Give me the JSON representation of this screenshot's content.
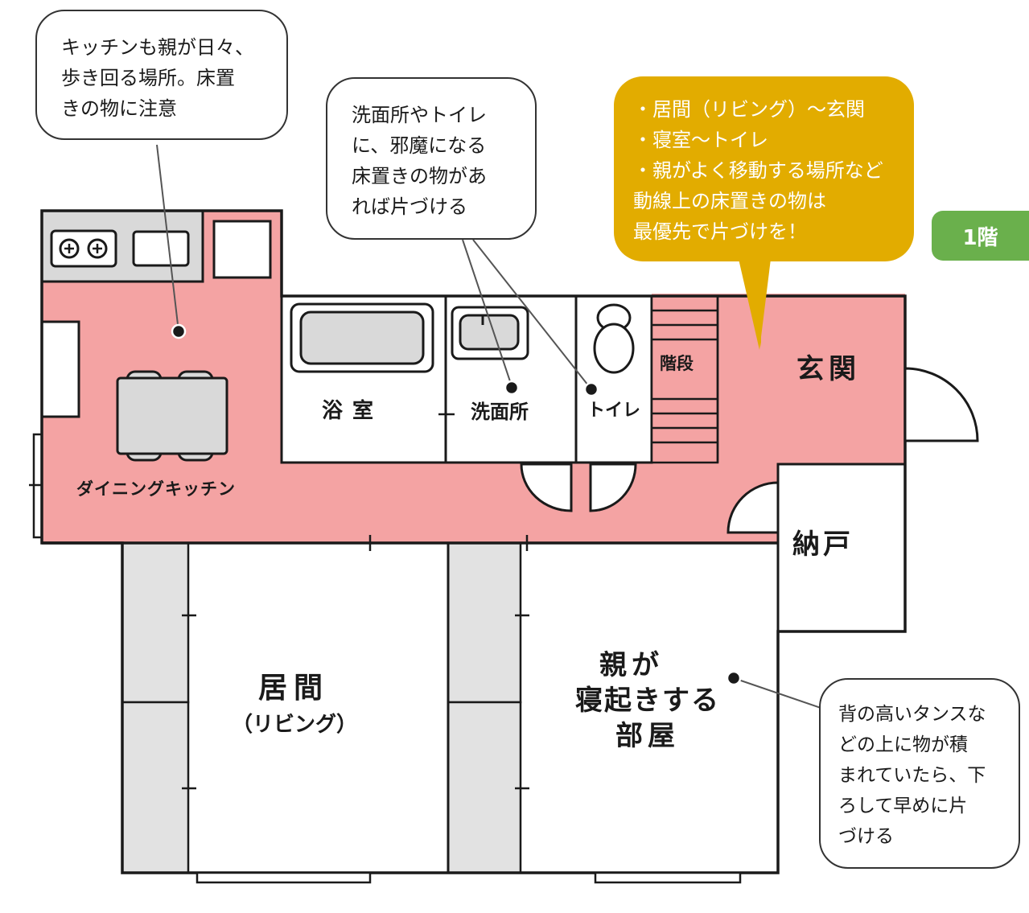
{
  "colors": {
    "walkway": "#f4a3a3",
    "tatami": "#e2e2e2",
    "fixture": "#d9d9d9",
    "callout": "#e2ac00",
    "badge": "#6ab04c",
    "line": "#1a1a1a"
  },
  "floor_badge": "1階",
  "rooms": {
    "dining_kitchen": "ダイニングキッチン",
    "bath": "浴室",
    "washroom": "洗面所",
    "toilet": "トイレ",
    "stairs": "階段",
    "entrance": "玄関",
    "storage": "納戸",
    "living_line1": "居間",
    "living_line2": "（リビング）",
    "bedroom_line1": "親が",
    "bedroom_line2": "寝起きする",
    "bedroom_line3": "部屋"
  },
  "callouts": {
    "kitchen": [
      "キッチンも親が日々、",
      "歩き回る場所。床置",
      "きの物に注意"
    ],
    "washroom": [
      "洗面所やトイレ",
      "に、邪魔になる",
      "床置きの物があ",
      "れば片づける"
    ],
    "main": [
      "・居間（リビング）～玄関",
      "・寝室～トイレ",
      "・親がよく移動する場所など",
      "動線上の床置きの物は",
      "最優先で片づけを！"
    ],
    "bedroom": [
      "背の高いタンスな",
      "どの上に物が積",
      "まれていたら、下",
      "ろして早めに片",
      "づける"
    ]
  }
}
